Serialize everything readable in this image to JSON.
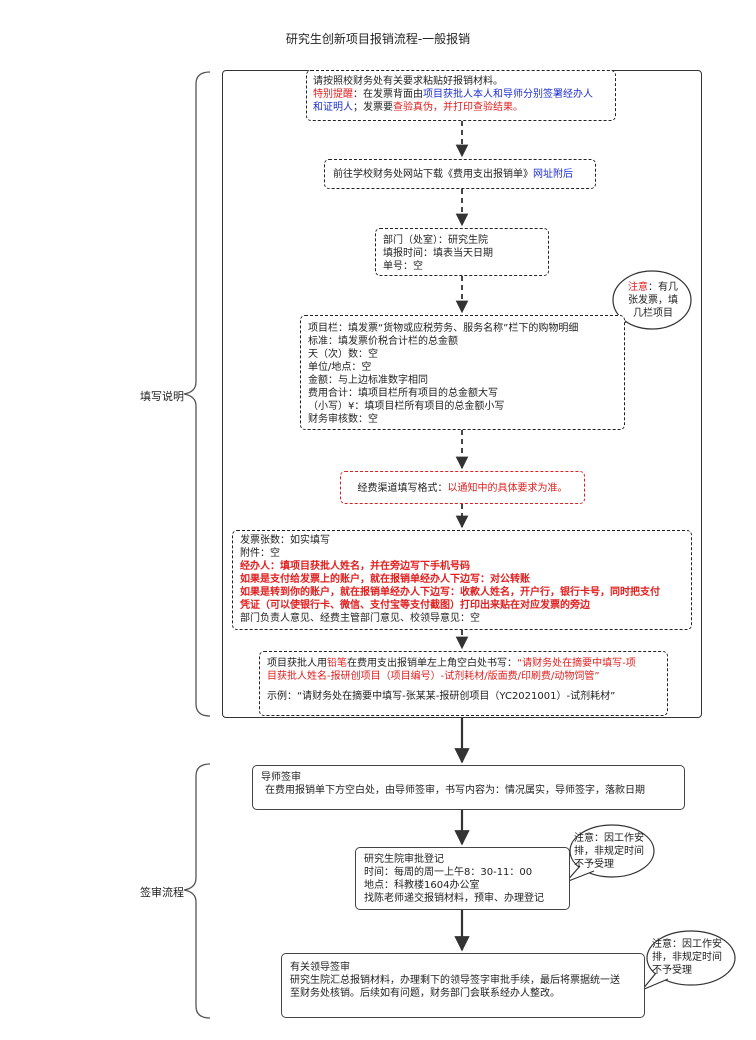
{
  "title": "研究生创新项目报销流程-一般报销",
  "sections": {
    "fill": "填写说明",
    "review": "签审流程"
  },
  "box1": {
    "l1": "请按照校财务处有关要求粘贴好报销材料。",
    "special_label": "特别提醒",
    "l2_a": "：在发票背面由",
    "l2_b": "项目获批人本人和导师分别签署经办人",
    "l3_a": "和证明人",
    "l3_b": "；发票要",
    "l3_c": "查验真伪，并打印查验结果。"
  },
  "box2": {
    "text": "前往学校财务处网站下载《费用支出报销单》",
    "link": "网址附后"
  },
  "box3": {
    "l1": "部门（处室）：研究生院",
    "l2": "填报时间：填表当天日期",
    "l3": "单号：空"
  },
  "box4": {
    "lines": [
      "项目栏：填发票“货物或应税劳务、服务名称”栏下的购物明细",
      "标准：填发票价税合计栏的总金额",
      "天（次）数：空",
      "单位/地点：空",
      "金额：与上边标准数字相同",
      "费用合计：填项目栏所有项目的总金额大写",
      "（小写）¥：填项目栏所有项目的总金额小写",
      "财务审核数：空"
    ]
  },
  "note1": {
    "label": "注意",
    "l1": "：有几",
    "l2": "张发票，填",
    "l3": "几栏项目"
  },
  "box5": {
    "a": "经费渠道填写格式：",
    "b": "以通知中的具体要求为准。"
  },
  "box6": {
    "l1": "发票张数：如实填写",
    "l2": "附件：空",
    "l3": "经办人：填项目获批人姓名，并在旁边写下手机号码",
    "l4": "如果是支付给发票上的账户，就在报销单经办人下边写：对公转账",
    "l5": "如果是转到你的账户，就在报销单经办人下边写：收款人姓名，开户行，银行卡号，同时把支付",
    "l6": "凭证（可以使银行卡、微信、支付宝等支付截图）打印出来贴在对应发票的旁边",
    "l7": "部门负责人意见、经费主管部门意见、校领导意见：空"
  },
  "box7": {
    "l1_a": "项目获批人用",
    "l1_b": "铅笔",
    "l1_c": "在费用支出报销单左上角空白处书写：",
    "l1_d": "“请财务处在摘要中填写-项",
    "l2": "目获批人姓名-报研创项目（项目编号）-试剂耗材/版面费/印刷费/动物饲管”",
    "l3": "示例：“请财务处在摘要中填写-张某某-报研创项目（YC2021001）-试剂耗材”"
  },
  "box8": {
    "l1": "导师签审",
    "l2": "在费用报销单下方空白处，由导师签审，书写内容为：情况属实，导师签字，落款日期"
  },
  "note2": {
    "l1": "注意：因工作安",
    "l2": "排，非规定时间",
    "l3": "不予受理"
  },
  "box9": {
    "l1": "研究生院审批登记",
    "l2": "时间：每周的周一上午8：30-11：00",
    "l3": "地点：科教楼1604办公室",
    "l4": "找陈老师递交报销材料，预审、办理登记"
  },
  "note3": {
    "l1": "注意：因工作安",
    "l2": "排，非规定时间",
    "l3": "不予受理"
  },
  "box10": {
    "l1": "有关领导签审",
    "l2": "研究生院汇总报销材料，办理剩下的领导签字审批手续，最后将票据统一送",
    "l3": "至财务处核销。后续如有问题，财务部门会联系经办人整改。"
  }
}
